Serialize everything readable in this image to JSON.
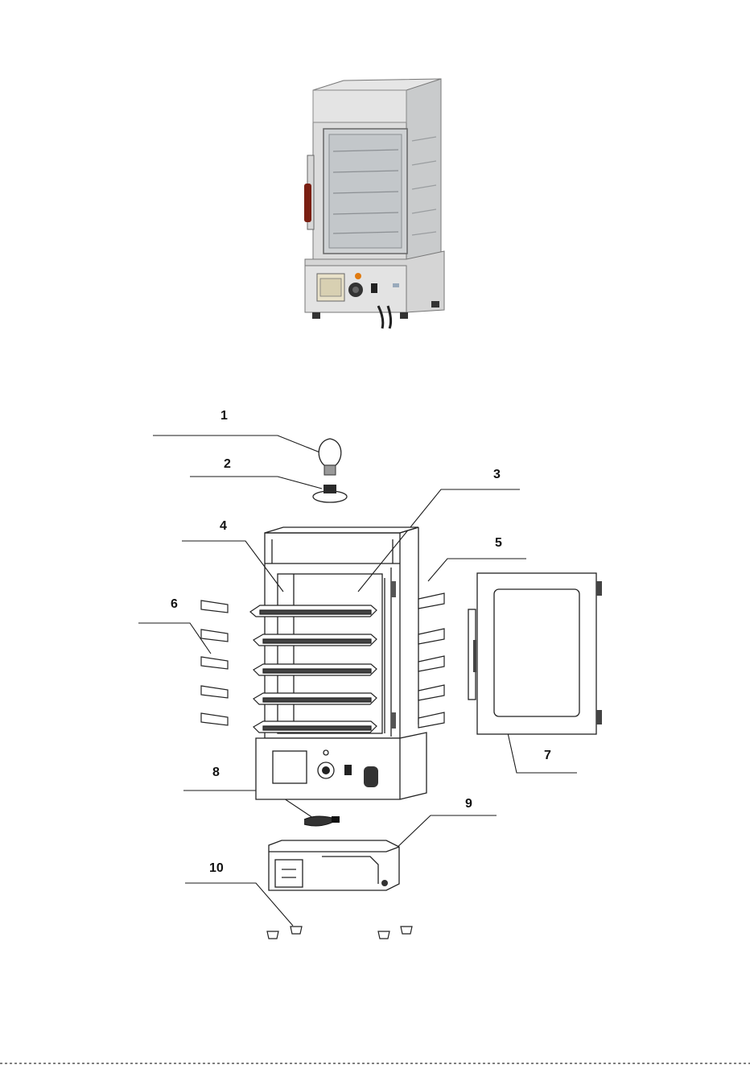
{
  "figure": {
    "colors": {
      "cabinet_frame": "#d9d9d9",
      "glass": "#cfd2d4",
      "door_handle": "#7a1f12",
      "control_knob": "#333333",
      "indicator_lamp": "#e07a10",
      "outline": "#222222"
    },
    "callouts": [
      {
        "label": "1",
        "part": "bulb"
      },
      {
        "label": "2",
        "part": "lamp-holder"
      },
      {
        "label": "3",
        "part": "cabinet-body"
      },
      {
        "label": "4",
        "part": "rack-support"
      },
      {
        "label": "5",
        "part": "shelf-bracket-right"
      },
      {
        "label": "6",
        "part": "shelf-bracket-left"
      },
      {
        "label": "7",
        "part": "door"
      },
      {
        "label": "8",
        "part": "power-cord"
      },
      {
        "label": "9",
        "part": "water-tray"
      },
      {
        "label": "10",
        "part": "feet"
      }
    ]
  }
}
